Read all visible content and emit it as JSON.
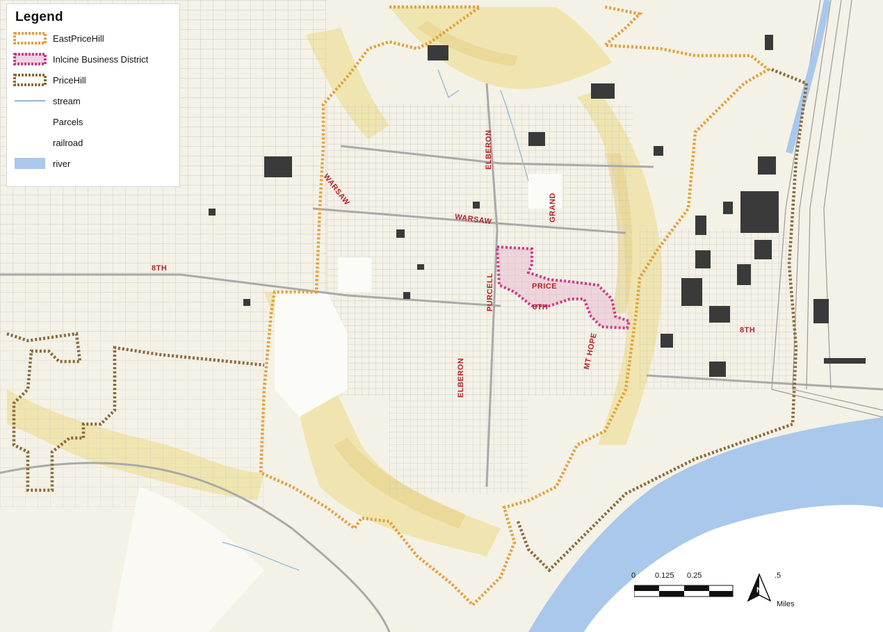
{
  "legend": {
    "title": "Legend",
    "items": [
      {
        "label": "EastPriceHill",
        "symbol": "dotted-boundary",
        "color": "#e2a23a"
      },
      {
        "label": "Inlcine Business District",
        "symbol": "dotted-boundary",
        "color": "#cc3a8a"
      },
      {
        "label": "PriceHill",
        "symbol": "dotted-boundary",
        "color": "#8a6a3a"
      },
      {
        "label": "stream",
        "symbol": "line",
        "color": "#8fb8d8"
      },
      {
        "label": "Parcels",
        "symbol": "none",
        "color": ""
      },
      {
        "label": "railroad",
        "symbol": "none",
        "color": ""
      },
      {
        "label": "river",
        "symbol": "fill",
        "color": "#a9c8ec"
      }
    ]
  },
  "streets": {
    "warsaw_1": "WARSAW",
    "elberon_1": "ELBERON",
    "grand": "GRAND",
    "warsaw_2": "WARSAW",
    "eighth_1": "8TH",
    "purcell": "PURCELL",
    "price": "PRICE",
    "eighth_2": "8TH",
    "elberon_2": "ELBERON",
    "mt_hope": "MT HOPE",
    "eighth_3": "8TH"
  },
  "scale_bar": {
    "ticks": [
      "0",
      "0.125",
      "0.25",
      ".5"
    ],
    "unit": "Miles",
    "north_arrow_label": "N"
  },
  "colors": {
    "east_price_hill": "#e2a23a",
    "incline_district": "#cc3a8a",
    "price_hill": "#8a6a3a",
    "river": "#a9c8ec",
    "terrain_light": "#f4f1e6",
    "terrain_yellow": "#efe3a6",
    "street_label": "#b3242a"
  }
}
